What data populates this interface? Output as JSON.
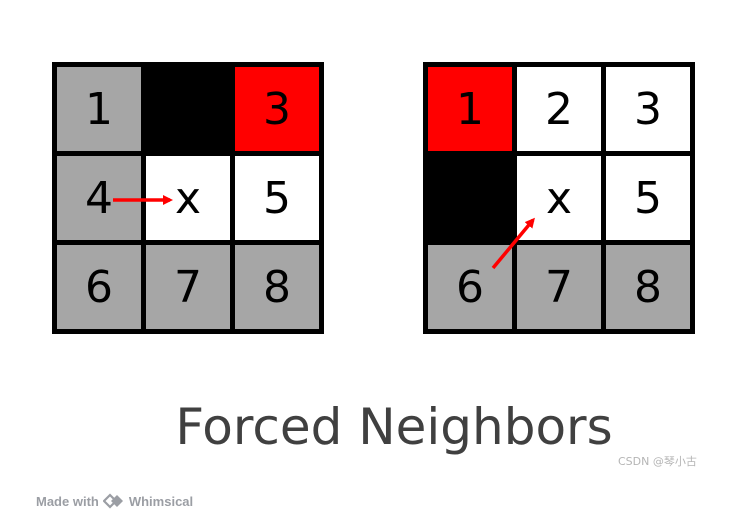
{
  "colors": {
    "gray": "#a6a6a6",
    "black": "#000000",
    "red": "#ff0000",
    "white": "#ffffff",
    "arrow": "#ff0000"
  },
  "grids": [
    {
      "cells": [
        {
          "label": "1",
          "fill": "gray"
        },
        {
          "label": "",
          "fill": "black"
        },
        {
          "label": "3",
          "fill": "red"
        },
        {
          "label": "4",
          "fill": "gray"
        },
        {
          "label": "x",
          "fill": "white"
        },
        {
          "label": "5",
          "fill": "white"
        },
        {
          "label": "6",
          "fill": "gray"
        },
        {
          "label": "7",
          "fill": "gray"
        },
        {
          "label": "8",
          "fill": "gray"
        }
      ],
      "arrow": {
        "from": "4",
        "to": "x"
      }
    },
    {
      "cells": [
        {
          "label": "1",
          "fill": "red"
        },
        {
          "label": "2",
          "fill": "white"
        },
        {
          "label": "3",
          "fill": "white"
        },
        {
          "label": "",
          "fill": "black"
        },
        {
          "label": "x",
          "fill": "white"
        },
        {
          "label": "5",
          "fill": "white"
        },
        {
          "label": "6",
          "fill": "gray"
        },
        {
          "label": "7",
          "fill": "gray"
        },
        {
          "label": "8",
          "fill": "gray"
        }
      ],
      "arrow": {
        "from": "6",
        "to": "x"
      }
    }
  ],
  "title": "Forced Neighbors",
  "watermark": "CSDN @琴小古",
  "footer": {
    "made_with": "Made with",
    "brand": "Whimsical",
    "logo_icon": "whimsical-logo-icon"
  }
}
